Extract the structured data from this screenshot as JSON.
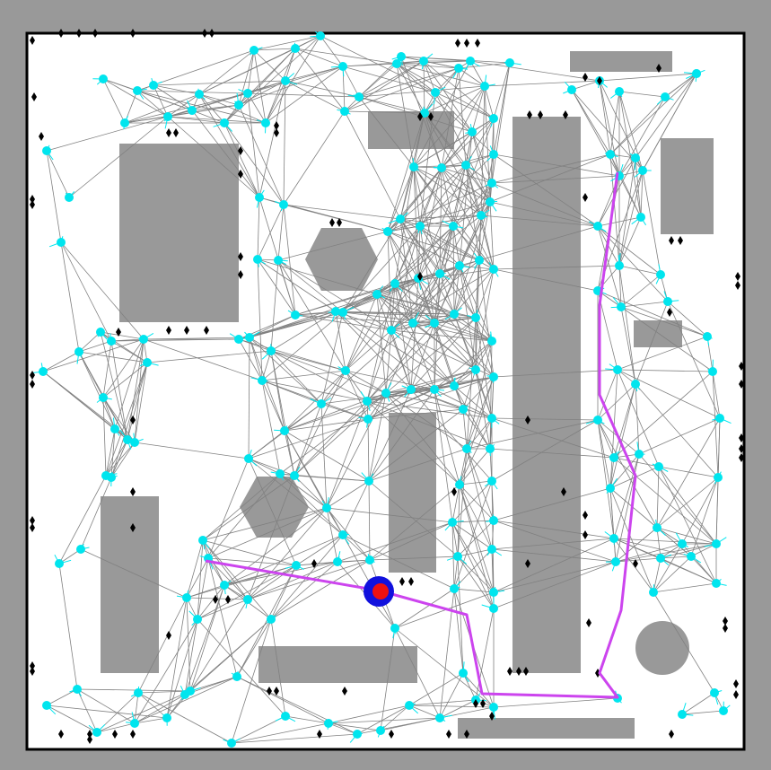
{
  "scene": {
    "type": "probabilistic-roadmap",
    "colors": {
      "frame": "#999999",
      "free_space": "#ffffff",
      "border": "#000000",
      "obstacle": "#999999",
      "edge": "#808080",
      "node": "#00e5ee",
      "path": "#cc44ee",
      "start_outer": "#1111dd",
      "start_inner": "#ee1111",
      "marker": "#000000"
    },
    "obstacles": [
      {
        "shape": "rect",
        "name": "obstacle-rect-left-upper"
      },
      {
        "shape": "rect",
        "name": "obstacle-rect-left-lower"
      },
      {
        "shape": "rect",
        "name": "obstacle-rect-center-top"
      },
      {
        "shape": "rect",
        "name": "obstacle-rect-center-tall"
      },
      {
        "shape": "rect",
        "name": "obstacle-rect-center-small"
      },
      {
        "shape": "rect",
        "name": "obstacle-rect-bottom-wide"
      },
      {
        "shape": "rect",
        "name": "obstacle-rect-bottom-right"
      },
      {
        "shape": "rect",
        "name": "obstacle-rect-top-right"
      },
      {
        "shape": "rect",
        "name": "obstacle-rect-right-upper"
      },
      {
        "shape": "rect",
        "name": "obstacle-rect-right-small"
      },
      {
        "shape": "hexagon",
        "name": "obstacle-hexagon-upper"
      },
      {
        "shape": "hexagon",
        "name": "obstacle-hexagon-lower"
      },
      {
        "shape": "circle",
        "name": "obstacle-circle"
      }
    ],
    "has_start_marker": true,
    "has_path": true
  }
}
